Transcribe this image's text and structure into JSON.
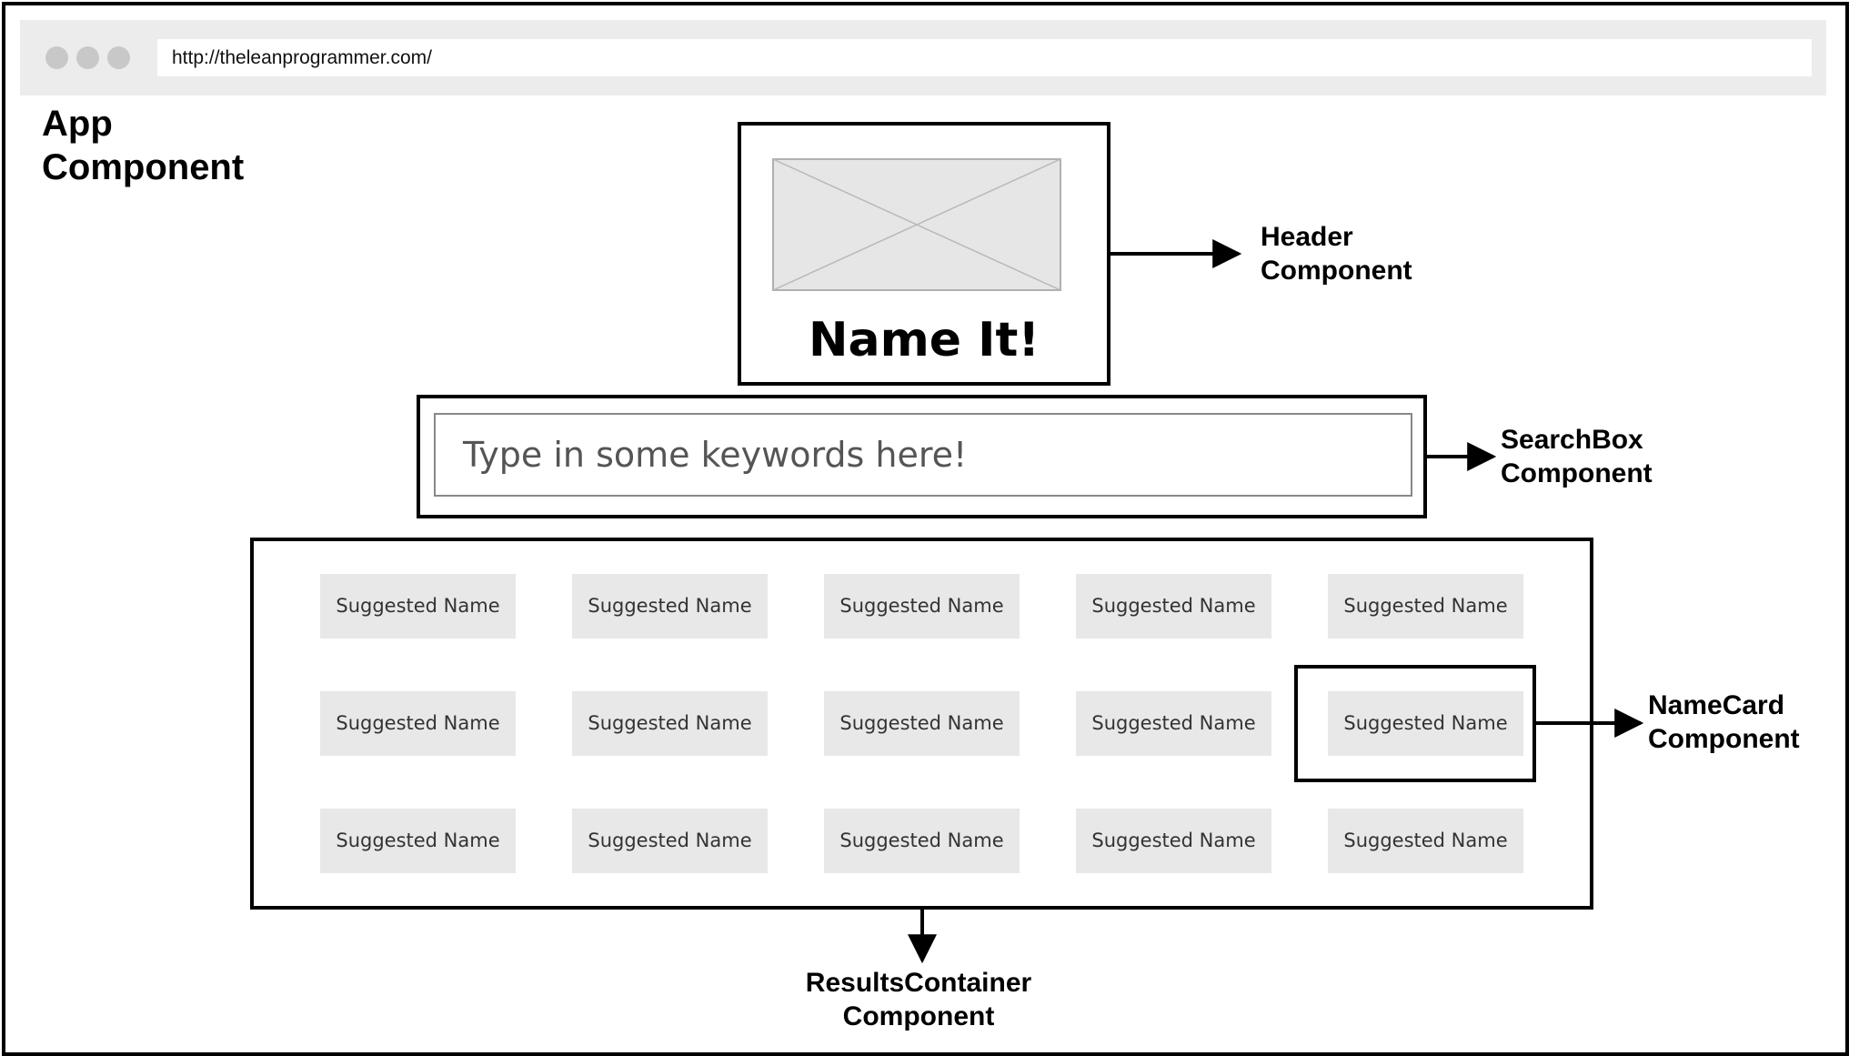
{
  "browser": {
    "url": "http://theleanprogrammer.com/"
  },
  "app_label": "App\nComponent",
  "header": {
    "title": "Name It!",
    "label": "Header\nComponent"
  },
  "searchbox": {
    "placeholder": "Type in some keywords here!",
    "label": "SearchBox\nComponent"
  },
  "results": {
    "label": "ResultsContainer\nComponent",
    "cards": [
      "Suggested Name",
      "Suggested Name",
      "Suggested Name",
      "Suggested Name",
      "Suggested Name",
      "Suggested Name",
      "Suggested Name",
      "Suggested Name",
      "Suggested Name",
      "Suggested Name",
      "Suggested Name",
      "Suggested Name",
      "Suggested Name",
      "Suggested Name",
      "Suggested Name"
    ]
  },
  "namecard": {
    "label": "NameCard\nComponent"
  }
}
